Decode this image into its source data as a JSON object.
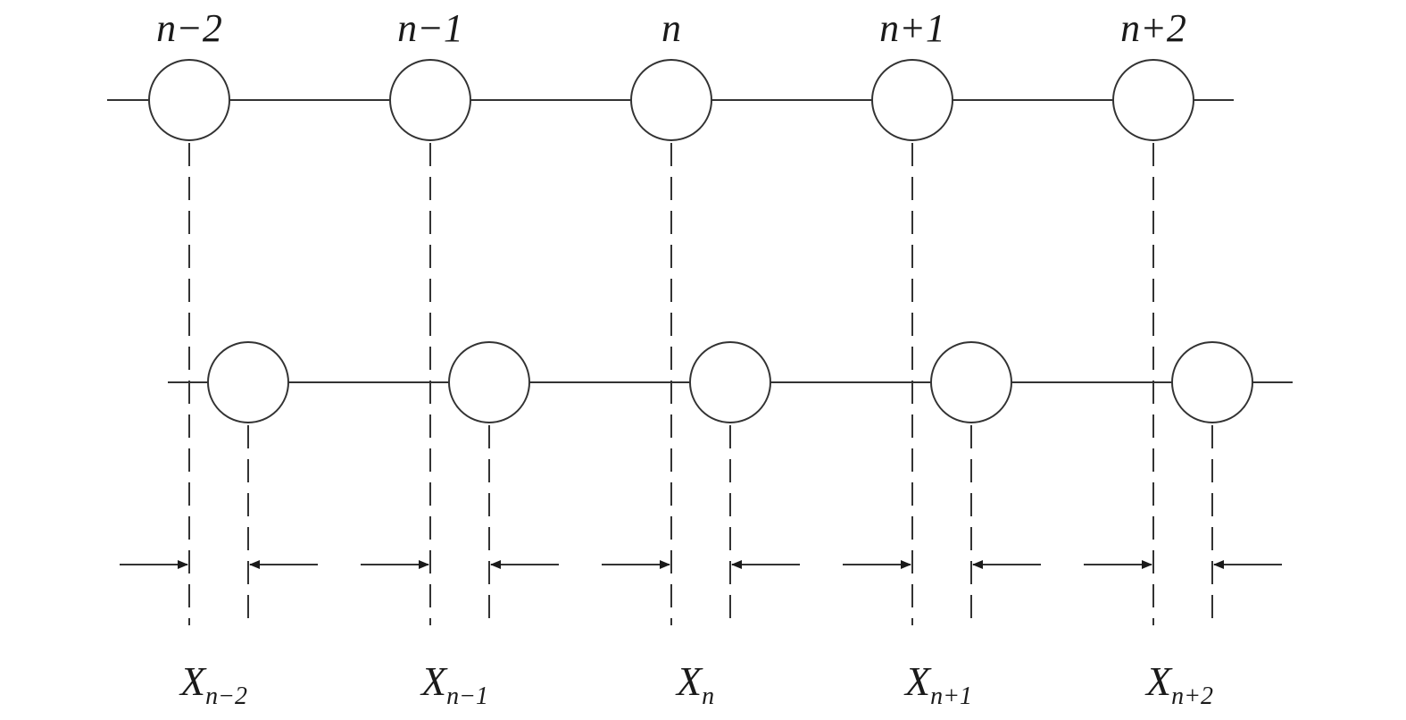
{
  "colors": {
    "stroke": "#333333",
    "text": "#1a1a1a",
    "background": "#ffffff"
  },
  "nodes": [
    {
      "label": "n−2"
    },
    {
      "label": "n−1"
    },
    {
      "label": "n"
    },
    {
      "label": "n+1"
    },
    {
      "label": "n+2"
    }
  ],
  "displacements": [
    {
      "symbol": "X",
      "subscript": "n−2"
    },
    {
      "symbol": "X",
      "subscript": "n−1"
    },
    {
      "symbol": "X",
      "subscript": "n"
    },
    {
      "symbol": "X",
      "subscript": "n+1"
    },
    {
      "symbol": "X",
      "subscript": "n+2"
    }
  ]
}
